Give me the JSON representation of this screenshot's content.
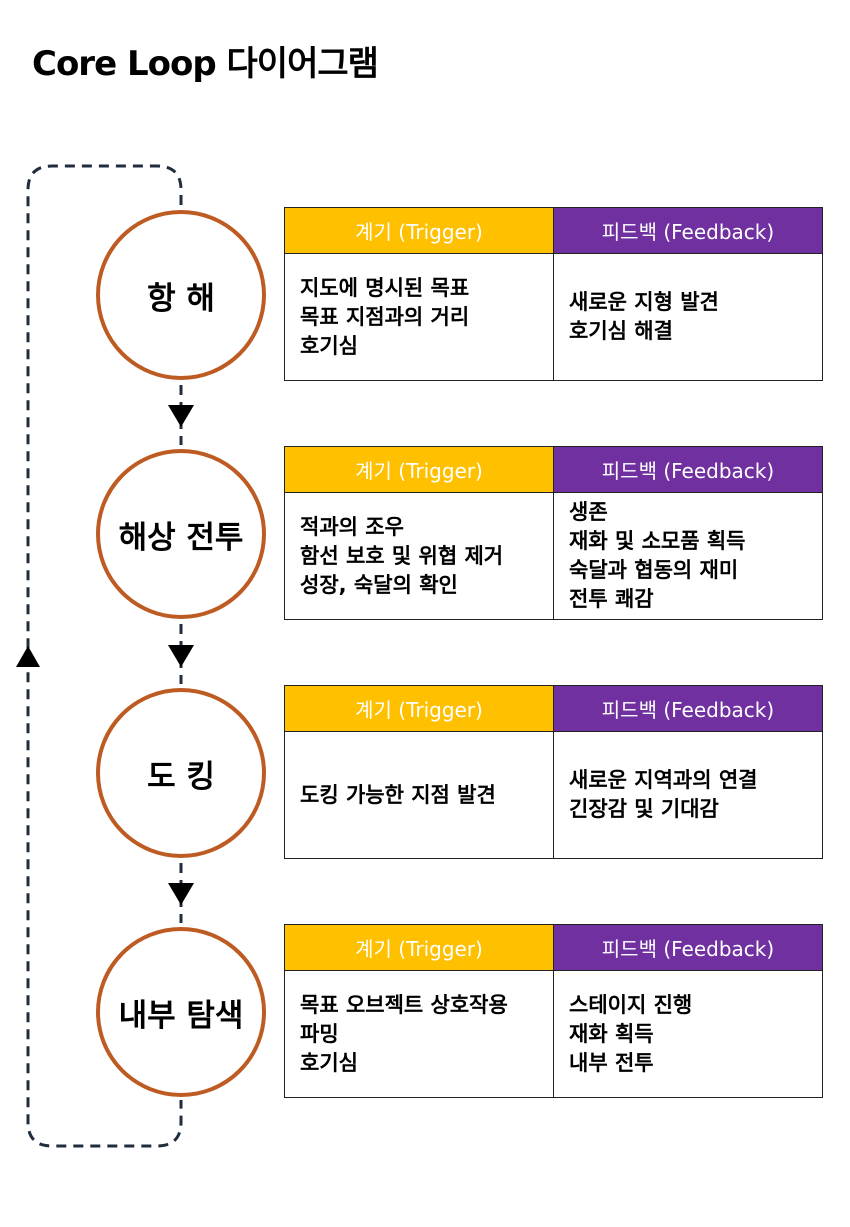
{
  "title": "Core Loop 다이어그램",
  "colors": {
    "trigger": "#ffc000",
    "feedback": "#7030a0",
    "circle_border": "#bd5b22",
    "connector": "#1f2d3d"
  },
  "header_labels": {
    "trigger": "계기 (Trigger)",
    "feedback": "피드백 (Feedback)"
  },
  "stages": [
    {
      "name": "항 해",
      "trigger": [
        "지도에 명시된 목표",
        "목표 지점과의 거리",
        "호기심"
      ],
      "feedback": [
        "새로운 지형 발견",
        "호기심 해결"
      ]
    },
    {
      "name": "해상 전투",
      "trigger": [
        "적과의 조우",
        "함선 보호 및 위협 제거",
        "성장, 숙달의 확인"
      ],
      "feedback": [
        "생존",
        "재화 및 소모품 획득",
        "숙달과 협동의 재미",
        "전투 쾌감"
      ]
    },
    {
      "name": "도 킹",
      "trigger": [
        "도킹 가능한 지점 발견"
      ],
      "feedback": [
        "새로운 지역과의 연결",
        "긴장감 및 기대감"
      ]
    },
    {
      "name": "내부 탐색",
      "trigger": [
        "목표 오브젝트 상호작용",
        "파밍",
        "호기심"
      ],
      "feedback": [
        "스테이지 진행",
        "재화 획득",
        "내부 전투"
      ]
    }
  ]
}
